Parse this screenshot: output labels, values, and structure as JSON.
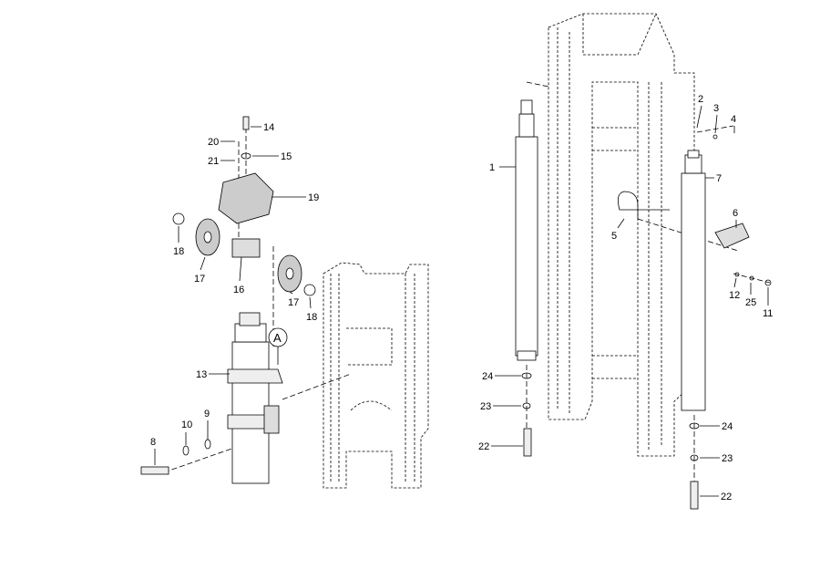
{
  "diagram": {
    "type": "exploded parts diagram",
    "callouts": [
      "14",
      "20",
      "15",
      "21",
      "19",
      "18",
      "17",
      "16",
      "17",
      "18",
      "13",
      "10",
      "9",
      "8",
      "1",
      "2",
      "3",
      "4",
      "7",
      "6",
      "5",
      "12",
      "25",
      "11",
      "24",
      "23",
      "22",
      "24",
      "23",
      "22"
    ],
    "detail_marker": "A"
  }
}
